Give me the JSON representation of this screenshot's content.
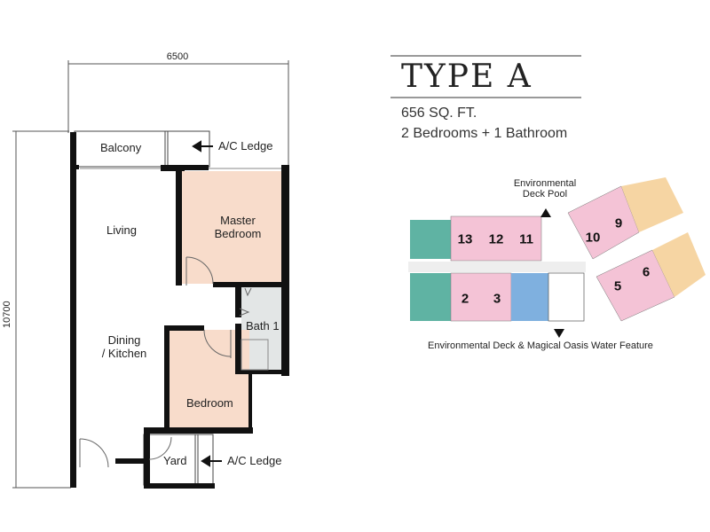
{
  "dimensions": {
    "width": "6500",
    "depth": "10700"
  },
  "rooms": {
    "balcony": "Balcony",
    "ac_ledge_top": "A/C Ledge",
    "living": "Living",
    "master_bedroom_1": "Master",
    "master_bedroom_2": "Bedroom",
    "bath": "Bath 1",
    "dining_1": "Dining",
    "dining_2": "/ Kitchen",
    "bedroom": "Bedroom",
    "yard": "Yard",
    "ac_ledge_bottom": "A/C Ledge"
  },
  "unit": {
    "title": "TYPE A",
    "area": "656 SQ. FT.",
    "layout": "2 Bedrooms + 1 Bathroom"
  },
  "key_plan": {
    "top_label_1": "Environmental",
    "top_label_2": "Deck Pool",
    "bottom_label": "Environmental Deck & Magical Oasis Water Feature",
    "units": [
      "13",
      "12",
      "11",
      "2",
      "3",
      "10",
      "9",
      "5",
      "6"
    ],
    "colors": {
      "type_a": "#f4c3d6",
      "teal": "#5fb3a3",
      "blue": "#7fb0df",
      "orange": "#f6d5a3"
    }
  },
  "colors": {
    "room_fill": "#f8dccb",
    "bath_fill": "#e3e6e6",
    "wall": "#111111"
  }
}
